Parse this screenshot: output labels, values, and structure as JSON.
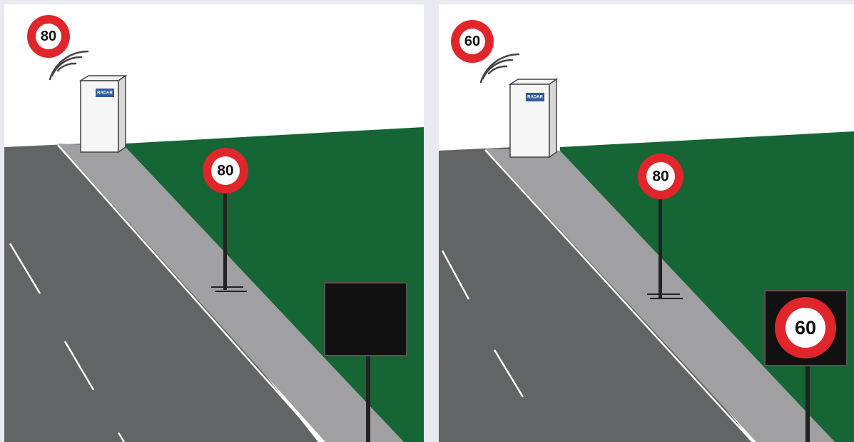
{
  "panels": [
    {
      "id": "left",
      "transmitted_sign": "80",
      "roadside_sign": "80",
      "box_label": "RADAR",
      "vms_display": ""
    },
    {
      "id": "right",
      "transmitted_sign": "60",
      "roadside_sign": "80",
      "box_label": "RADAR",
      "vms_display": "60"
    }
  ],
  "colors": {
    "grass": "#166534",
    "road": "#636466",
    "shoulder": "#a0a0a2",
    "sign_red": "#e0262a",
    "vms_black": "#111111"
  }
}
